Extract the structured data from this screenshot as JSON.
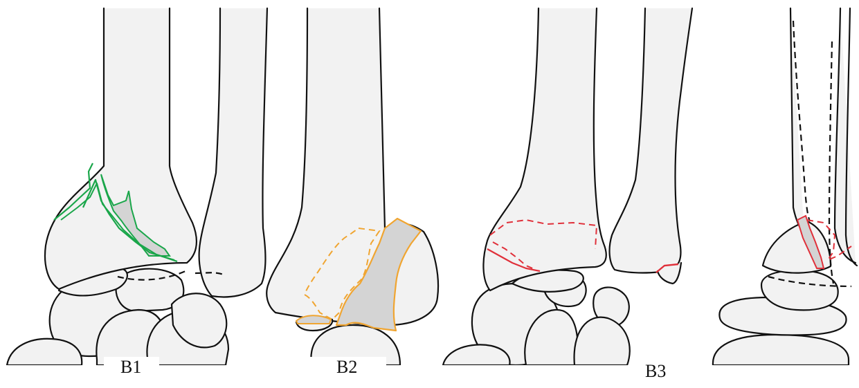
{
  "panels": [
    {
      "label": "B1",
      "accent": "#1aa64a"
    },
    {
      "label": "B2",
      "accent": "#f0a531"
    },
    {
      "label": "B3",
      "accent": "#e0303a"
    }
  ],
  "colors": {
    "bone_fill": "#f2f2f2",
    "outline": "#111111",
    "fragment_fill": "#d4d4d4"
  }
}
